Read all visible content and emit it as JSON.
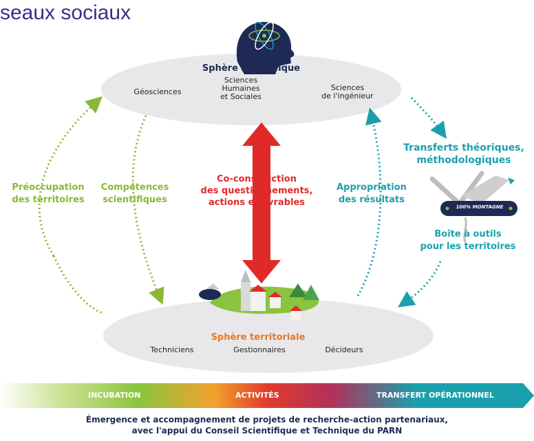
{
  "header": {
    "partial_title": "seaux sociaux"
  },
  "top_sphere": {
    "title": "Sphère scientifique",
    "items": [
      "Géosciences",
      "Sciences\nHumaines\net Sociales",
      "Sciences\nde l'ingénieur"
    ]
  },
  "bottom_sphere": {
    "title": "Sphère territoriale",
    "items": [
      "Techniciens",
      "Gestionnaires",
      "Décideurs"
    ]
  },
  "labels": {
    "left_outer": "Préoccupation\ndes territoires",
    "left_inner": "Compétences\nscientifiques",
    "center": "Co-construction\ndes questionnements,\nactions et livrables",
    "right_inner": "Appropriation\ndes résultats",
    "right_top": "Transferts théoriques,\nméthodologiques",
    "right_bottom": "Boîte à outils\npour les territoires",
    "knife_badge": "100% MONTAGNE"
  },
  "timeline": {
    "stages": [
      "INCUBATION",
      "ACTIVITÉS",
      "TRANSFERT OPÉRATIONNEL"
    ],
    "colors": [
      "#8ac43f",
      "#e03c2c",
      "#1aa0ad"
    ]
  },
  "footer": {
    "line1": "Émergence et accompagnement de projets de recherche-action partenariaux,",
    "line2": "avec l'appui du Conseil Scientifique et Technique du PARN"
  }
}
